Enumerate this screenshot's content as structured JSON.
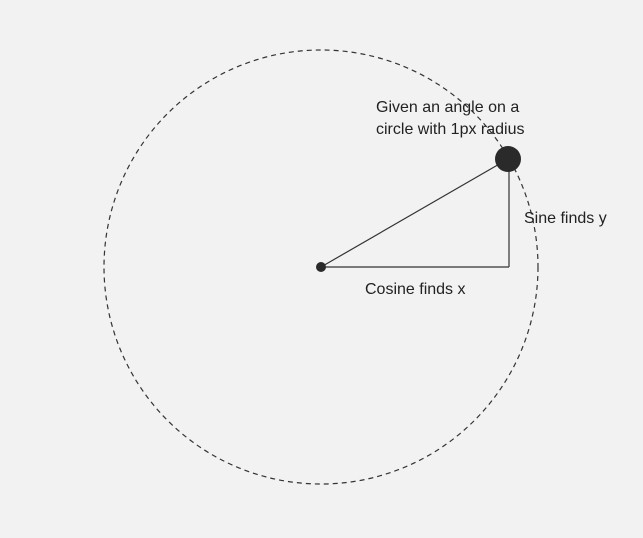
{
  "labels": {
    "given_line1": "Given an angle on a",
    "given_line2": "circle with 1px radius",
    "sine": "Sine finds y",
    "cosine": "Cosine finds x"
  },
  "colors": {
    "background": "#f2f2f2",
    "ink": "#222222",
    "stroke": "#333333"
  }
}
